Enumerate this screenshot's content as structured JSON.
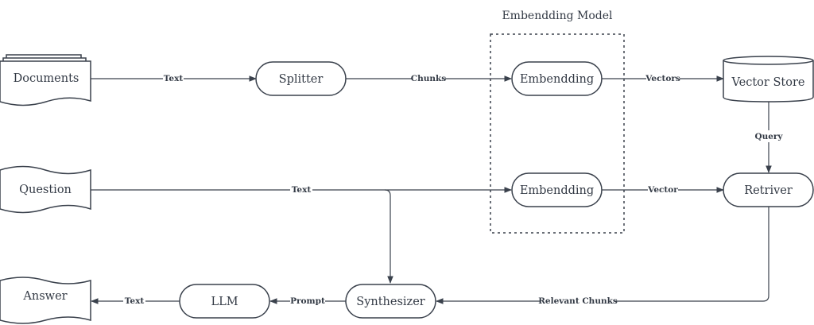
{
  "group": {
    "title": "Embendding Model"
  },
  "nodes": {
    "documents": "Documents",
    "splitter": "Splitter",
    "embedding_top": "Embendding",
    "vector_store": "Vector Store",
    "question": "Question",
    "embedding_bottom": "Embendding",
    "retriver": "Retriver",
    "answer": "Answer",
    "llm": "LLM",
    "synthesizer": "Synthesizer"
  },
  "edges": {
    "docs_to_splitter": "Text",
    "splitter_to_embedding": "Chunks",
    "embedding_to_store": "Vectors",
    "store_to_retriver": "Query",
    "question_to_embedding": "Text",
    "embedding_to_retriver": "Vector",
    "retriver_to_synth": "Relevant Chunks",
    "synth_to_llm": "Prompt",
    "llm_to_answer": "Text"
  },
  "colors": {
    "stroke": "#3a414c",
    "text": "#333a45",
    "background": "#ffffff"
  }
}
